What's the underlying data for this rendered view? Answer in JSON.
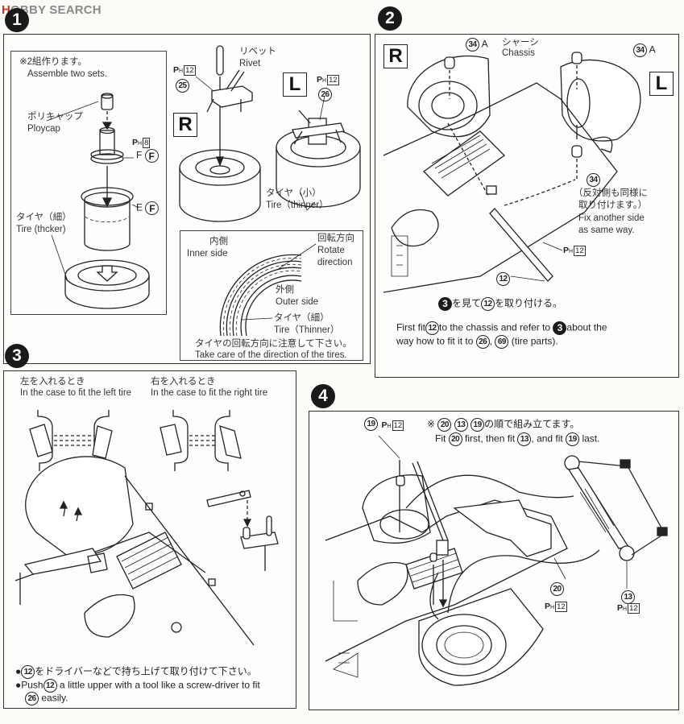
{
  "watermark": {
    "brand_mark": "H",
    "brand_text": "OBBY SEARCH"
  },
  "steps": [
    {
      "number": "1",
      "note_jp": "※2組作ります。",
      "note_en": "Assemble two sets.",
      "labels": {
        "polycap_jp": "ポリキャップ",
        "polycap_en": "Ploycap",
        "rivet_jp": "リベット",
        "rivet_en": "Rivet",
        "tire_thick_jp": "タイヤ（細）",
        "tire_thick_en": "Tire (thcker)",
        "tire_small_jp": "タイヤ（小）",
        "tire_small_en": "Tire（thinner）",
        "part_f_letter": "F",
        "part_e_letter": "E",
        "runner_f": "F",
        "side_r": "R",
        "side_l": "L"
      },
      "parts": [
        {
          "id": "25",
          "runner": "P",
          "sub": "H",
          "code": "12"
        },
        {
          "id": "26",
          "runner": "P",
          "sub": "H",
          "code": "12"
        },
        {
          "id": "F",
          "runner": "P",
          "sub": "H",
          "code": "8"
        }
      ],
      "tire_detail": {
        "inner_jp": "内側",
        "inner_en": "Inner side",
        "rotate_jp": "回転方向",
        "rotate_en_1": "Rotate",
        "rotate_en_2": "direction",
        "outer_jp": "外側",
        "outer_en": "Outer side",
        "tire_jp": "タイヤ（細）",
        "tire_en": "Tire（Thinner）",
        "caution_jp": "タイヤの回転方向に注意して下さい。",
        "caution_en": "Take care of the direction of the tires."
      }
    },
    {
      "number": "2",
      "labels": {
        "side_r": "R",
        "side_l": "L",
        "chassis_jp": "シャーシ",
        "chassis_en": "Chassis",
        "part34_a_left": "34",
        "part34_a_right": "34",
        "suffix_a": "A",
        "part34": "34",
        "other_side_jp_1": "（反対側も同様に",
        "other_side_jp_2": "取り付けます。）",
        "other_side_en_1": "Fix another side",
        "other_side_en_2": "as same way.",
        "part12": "12"
      },
      "ph": {
        "runner": "P",
        "sub": "H",
        "code": "12"
      },
      "instruction_jp_ref": "3",
      "instruction_jp_part": "12",
      "instruction_jp_a": "を見て",
      "instruction_jp_b": "を取り付ける。",
      "instruction_en": {
        "a": "First fit",
        "part1": "12",
        "b": "to the chassis and refer to",
        "ref": "3",
        "c": "about the",
        "d": "way how to fit it to",
        "part2": "26",
        "sep": ",",
        "part3": "69",
        "e": "(tire parts)."
      }
    },
    {
      "number": "3",
      "left_case_jp": "左を入れるとき",
      "left_case_en": "In the case to fit the left tire",
      "right_case_jp": "右を入れるとき",
      "right_case_en": "In the case to fit the right tire",
      "note_jp": {
        "bullet": "●",
        "part": "12",
        "text": "をドライバーなどで持ち上げて取り付けて下さい。"
      },
      "note_en": {
        "bullet": "●",
        "a": "Push",
        "part": "12",
        "b": "a little upper with a tool like a screw-driver to fit",
        "part2": "26",
        "c": "easily."
      }
    },
    {
      "number": "4",
      "order_jp": {
        "mark": "※",
        "p1": "20",
        "p2": "13",
        "p3": "19",
        "text": "の順で組み立てます。"
      },
      "order_en": {
        "a": "Fit",
        "p1": "20",
        "b": "first, then fit",
        "p2": "13",
        "c": ", and fit",
        "p3": "19",
        "d": "last."
      },
      "parts": [
        {
          "id": "19",
          "runner": "P",
          "sub": "H",
          "code": "12"
        },
        {
          "id": "20",
          "runner": "P",
          "sub": "H",
          "code": "12"
        },
        {
          "id": "13",
          "runner": "P",
          "sub": "H",
          "code": "12"
        }
      ]
    }
  ]
}
